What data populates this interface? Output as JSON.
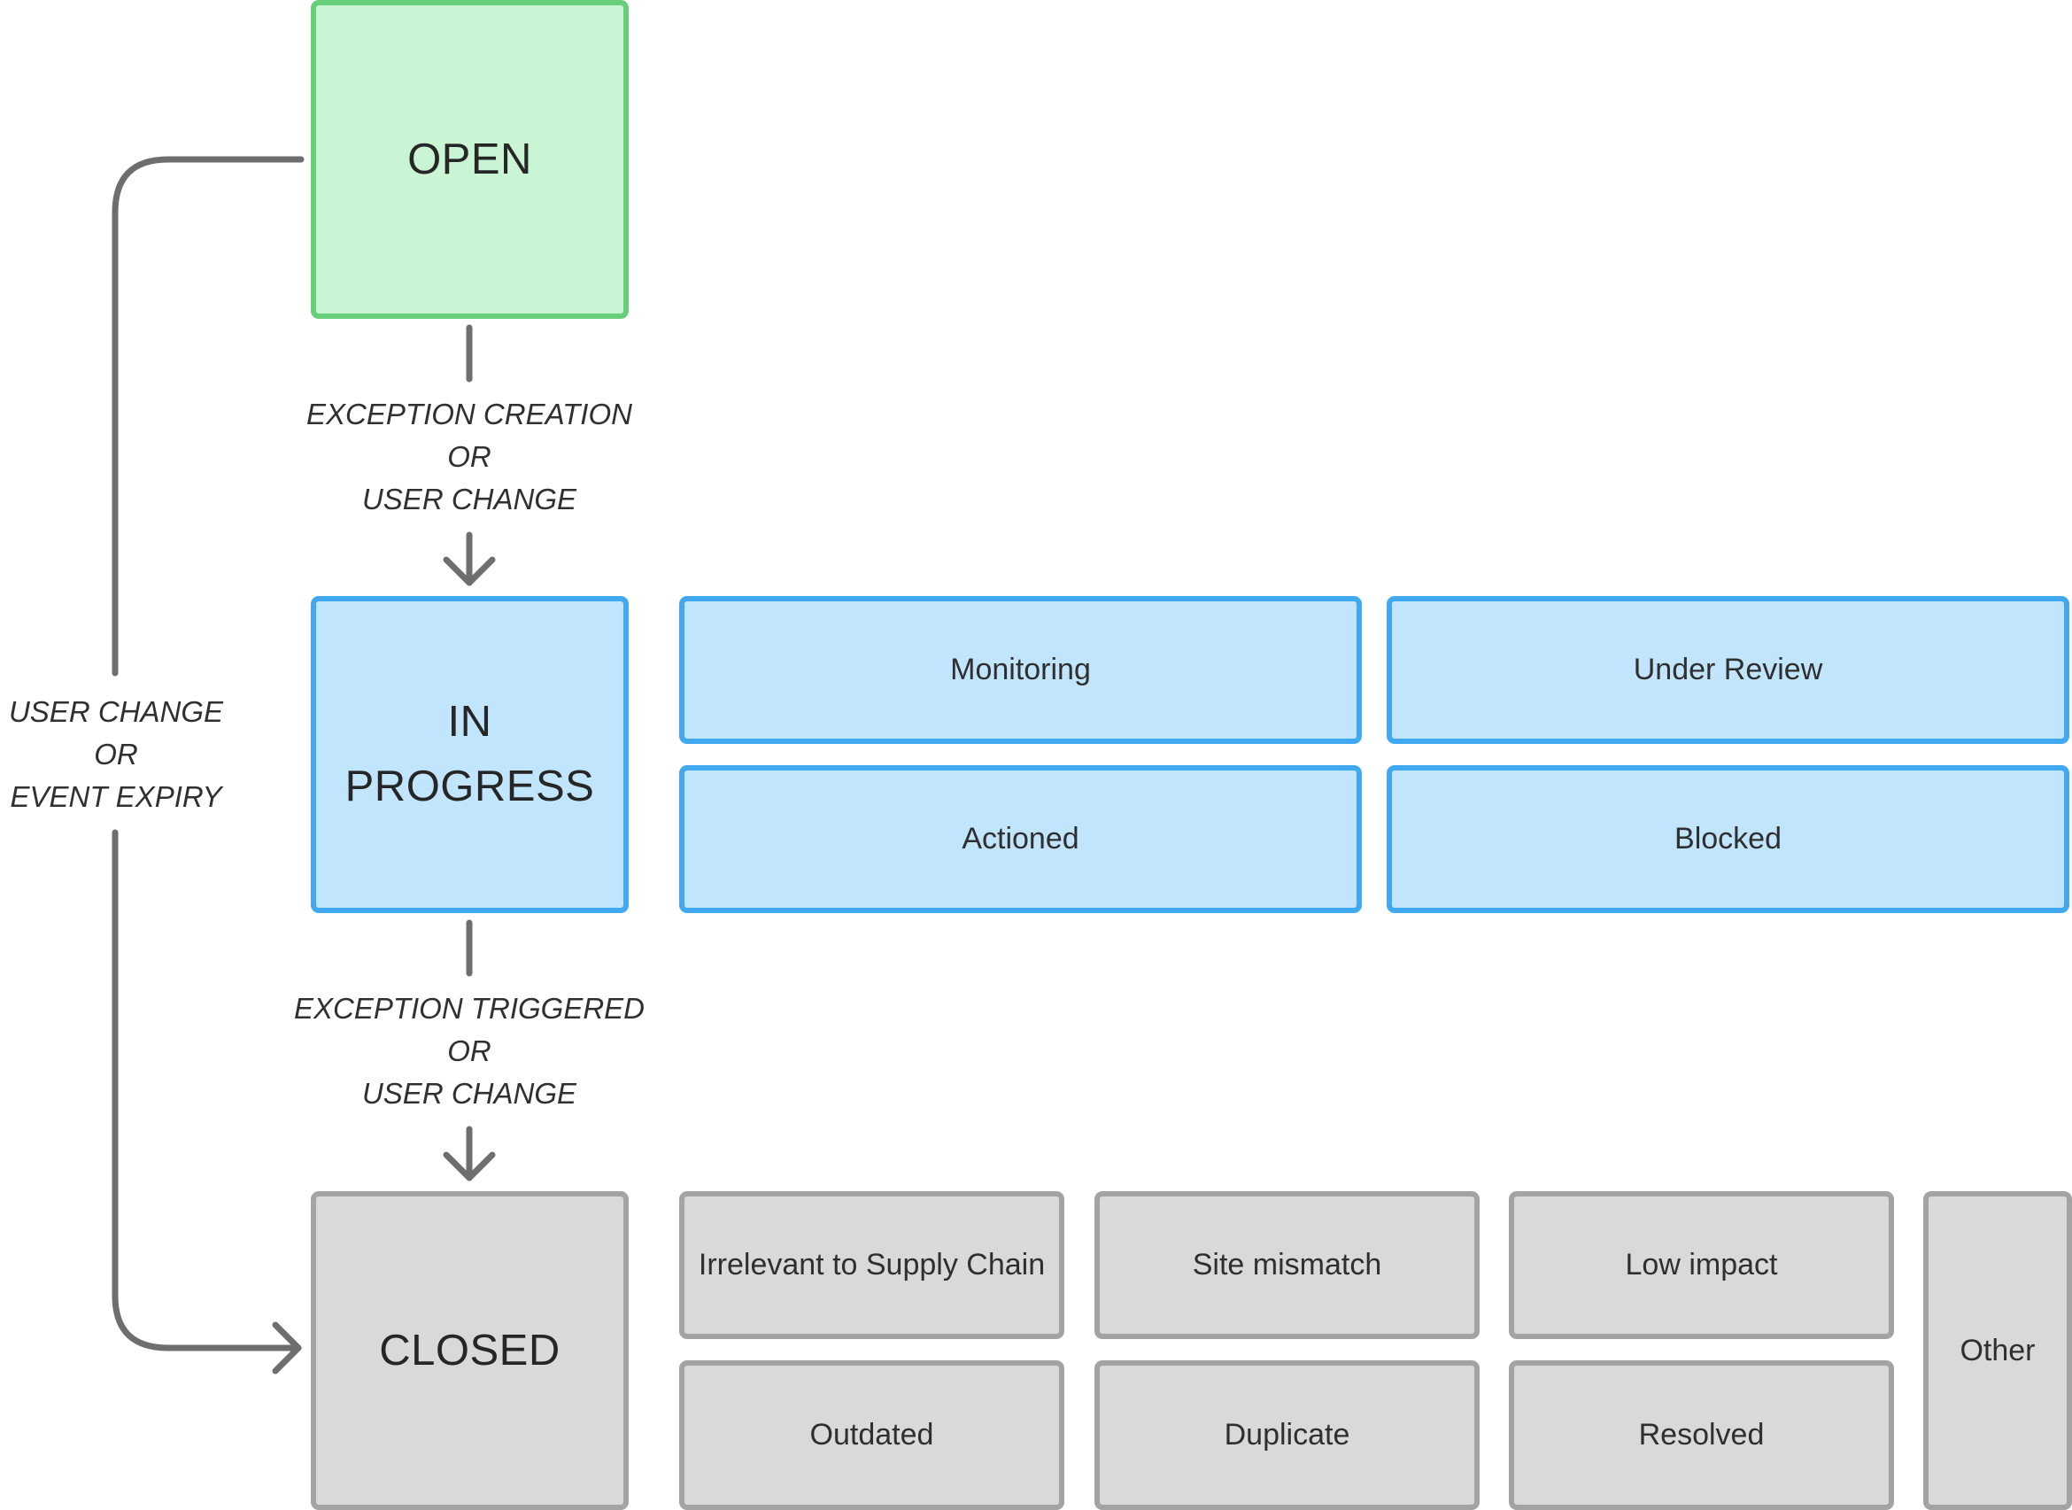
{
  "states": {
    "open": "OPEN",
    "in_progress_line1": "IN",
    "in_progress_line2": "PROGRESS",
    "closed": "CLOSED"
  },
  "transitions": {
    "open_to_in_progress": [
      "EXCEPTION CREATION",
      "OR",
      "USER CHANGE"
    ],
    "in_progress_to_closed": [
      "EXCEPTION TRIGGERED",
      "OR",
      "USER CHANGE"
    ],
    "open_to_closed": [
      "USER CHANGE",
      "OR",
      "EVENT EXPIRY"
    ]
  },
  "in_progress_substates": [
    "Monitoring",
    "Under Review",
    "Actioned",
    "Blocked"
  ],
  "closed_substates": [
    "Irrelevant to Supply Chain",
    "Site mismatch",
    "Low impact",
    "Outdated",
    "Duplicate",
    "Resolved",
    "Other"
  ],
  "colors": {
    "open_fill": "#caf5d4",
    "open_border": "#66cf78",
    "in_progress_fill": "#c1e5fc",
    "in_progress_border": "#41a9f0",
    "closed_fill": "#d9d9d9",
    "closed_border": "#a3a3a3",
    "connector": "#6e6e6e"
  }
}
